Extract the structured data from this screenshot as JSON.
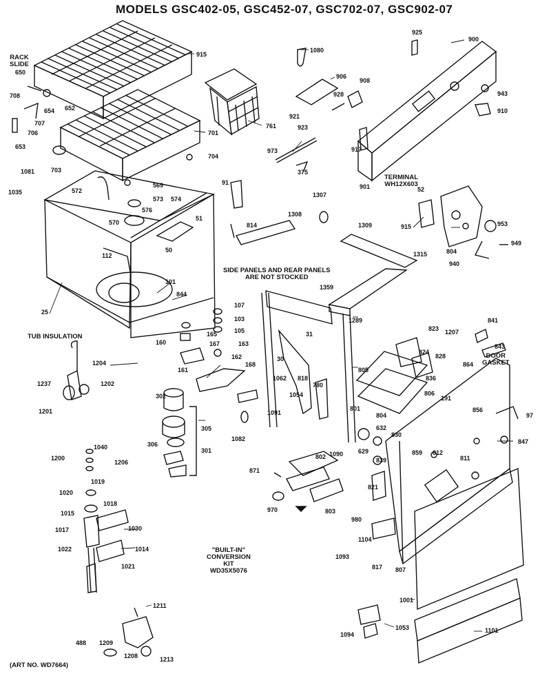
{
  "title": "MODELS GSC402-05,  GSC452-07,  GSC702-07,  GSC902-07",
  "notes": {
    "rack_slide": "RACK\nSLIDE",
    "terminal": "TERMINAL\nWH12X603",
    "side_panels": "SIDE PANELS AND REAR PANELS\nARE NOT STOCKED",
    "door_gasket": "DOOR\nGASKET",
    "tub_insulation": "TUB INSULATION",
    "conversion_kit": "\"BUILT-IN\"\nCONVERSION\nKIT\nWD35X5076",
    "art_no": "(ART NO. WD7664)"
  },
  "parts": [
    "915",
    "650",
    "708",
    "654",
    "652",
    "707",
    "706",
    "653",
    "703",
    "701",
    "704",
    "761",
    "1080",
    "906",
    "908",
    "928",
    "921",
    "923",
    "973",
    "375",
    "917",
    "925",
    "900",
    "943",
    "910",
    "901",
    "52",
    "1081",
    "1035",
    "572",
    "569",
    "573",
    "574",
    "576",
    "570",
    "51",
    "50",
    "91",
    "814",
    "1307",
    "1308",
    "1309",
    "1315",
    "915",
    "804",
    "953",
    "949",
    "940",
    "112",
    "101",
    "844",
    "25",
    "107",
    "103",
    "105",
    "165",
    "160",
    "167",
    "163",
    "162",
    "168",
    "161",
    "1359",
    "1289",
    "31",
    "30",
    "1062",
    "818",
    "780",
    "1054",
    "1091",
    "1082",
    "805",
    "823",
    "1207",
    "841",
    "843",
    "824",
    "828",
    "864",
    "836",
    "801",
    "804",
    "806",
    "191",
    "856",
    "97",
    "830",
    "632",
    "629",
    "839",
    "859",
    "812",
    "811",
    "847",
    "1204",
    "1202",
    "1237",
    "1201",
    "302",
    "305",
    "306",
    "301",
    "1200",
    "1040",
    "1206",
    "1019",
    "1020",
    "1018",
    "1015",
    "1017",
    "1030",
    "1022",
    "1014",
    "1021",
    "871",
    "802",
    "970",
    "803",
    "1090",
    "821",
    "980",
    "1104",
    "1093",
    "817",
    "807",
    "1001",
    "1211",
    "1209",
    "488",
    "1208",
    "1213",
    "1053",
    "1094",
    "1101"
  ]
}
